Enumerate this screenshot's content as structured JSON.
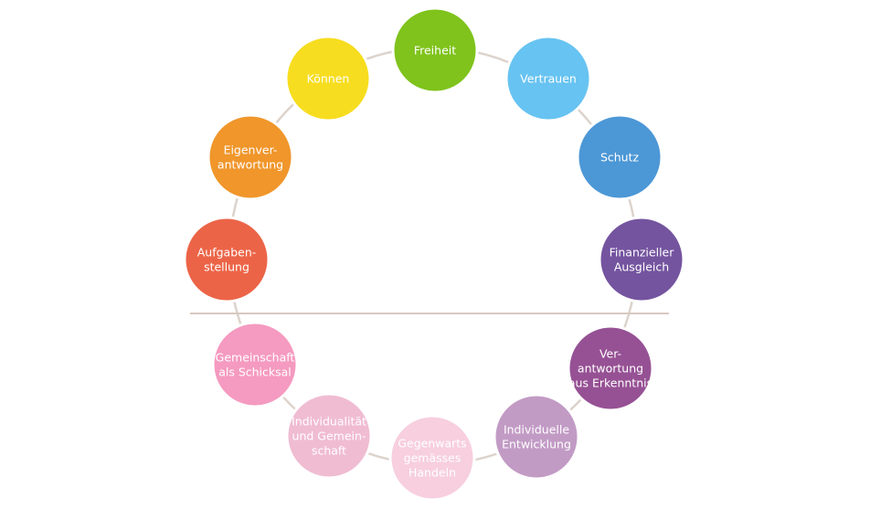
{
  "colors": {
    "ring": "#dcd3cc",
    "divider": "#d9c9c0",
    "circle_border": "#ffffff"
  },
  "nodes": [
    {
      "id": "freiheit",
      "lines": [
        "Freiheit"
      ],
      "color": "#7fc31c"
    },
    {
      "id": "vertrauen",
      "lines": [
        "Vertrauen"
      ],
      "color": "#67c3f1"
    },
    {
      "id": "schutz",
      "lines": [
        "Schutz"
      ],
      "color": "#4c97d6"
    },
    {
      "id": "finanzieller-ausgleich",
      "lines": [
        "Finanzieller",
        "Ausgleich"
      ],
      "color": "#74549f"
    },
    {
      "id": "verantwortung-aus-erkenntnis",
      "lines": [
        "Ver-",
        "antwortung",
        "aus Erkenntnis"
      ],
      "color": "#965194"
    },
    {
      "id": "individuelle-entwicklung",
      "lines": [
        "Individuelle",
        "Entwicklung"
      ],
      "color": "#c29bc5"
    },
    {
      "id": "gegenwartsgemaesses-handeln",
      "lines": [
        "Gegenwarts",
        "gemässes",
        "Handeln"
      ],
      "color": "#f7cfdf"
    },
    {
      "id": "individualitaet-und-gemeinschaft",
      "lines": [
        "Individualität",
        "und Gemein-",
        "schaft"
      ],
      "color": "#f0bcd2"
    },
    {
      "id": "gemeinschaft-als-schicksal",
      "lines": [
        "Gemeinschaft",
        "als Schicksal"
      ],
      "color": "#f59ac0"
    },
    {
      "id": "aufgabenstellung",
      "lines": [
        "Aufgaben-",
        "stellung"
      ],
      "color": "#ec6447"
    },
    {
      "id": "eigenverantwortung",
      "lines": [
        "Eigenver-",
        "antwortung"
      ],
      "color": "#f0962b"
    },
    {
      "id": "koennen",
      "lines": [
        "Können"
      ],
      "color": "#f7dd1f"
    }
  ]
}
